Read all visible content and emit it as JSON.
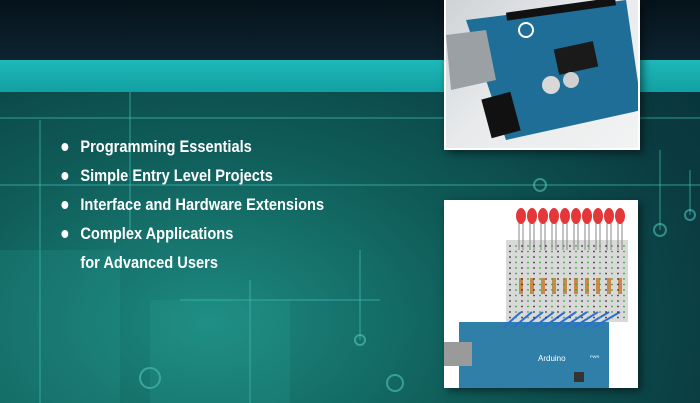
{
  "bullets": [
    {
      "text": "Programming Essentials"
    },
    {
      "text": "Simple Entry Level Projects"
    },
    {
      "text": "Interface and Hardware Extensions"
    },
    {
      "text": "Complex Applications"
    },
    {
      "text": "for Advanced Users",
      "continuation": true
    }
  ],
  "diagram": {
    "board_label": "Arduino",
    "pwr_label": "PWR"
  },
  "colors": {
    "top_band": "#0a1c26",
    "stripe": "#17aaac",
    "arduino_blue": "#2f7fa8",
    "led_red": "#e4373a"
  }
}
